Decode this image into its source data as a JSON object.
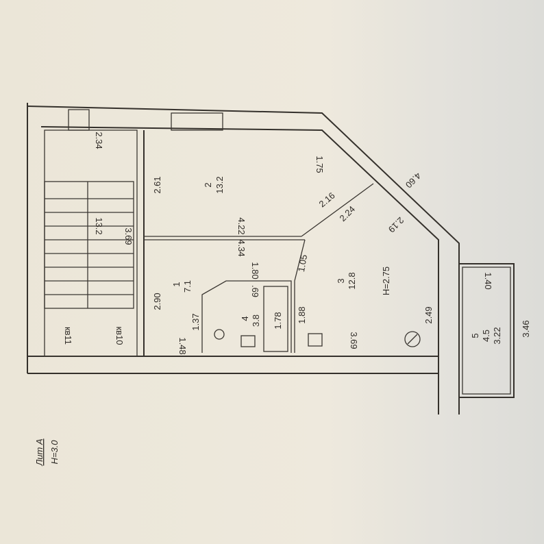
{
  "legend": {
    "lit": "Лит А",
    "height": "H=3.0"
  },
  "stairwell": {
    "top_dim": "2.34",
    "area": "13.2",
    "length": "3.69",
    "apt_11": "кв11",
    "apt_10": "кв10"
  },
  "room_2": {
    "number": "2",
    "area": "13.2",
    "dim_left": "2.61",
    "dim_corner": "1.75",
    "dim_diag": "2.16",
    "dim_bottom": "4.22"
  },
  "room_1": {
    "number": "1",
    "area": "7.1",
    "dim_left": "2.90",
    "dim_door": "1.48",
    "dim_top": "4.34",
    "dim_small": "1.37"
  },
  "room_4": {
    "number": "4",
    "area": "3.8",
    "dim_top": "1.80",
    "dim_inner": ".69",
    "dim_bath": "1.78"
  },
  "room_3": {
    "number": "3",
    "area": "12.8",
    "height": "H=2.75",
    "dim_diag": "2.24",
    "dim_corner": "1.05",
    "dim_wall": "1.88",
    "dim_right": "2.19",
    "dim_bottom": "3.69",
    "dim_window": "2.49"
  },
  "outer": {
    "diag_dim": "4.60"
  },
  "room_5": {
    "number": "5",
    "area": "4.5",
    "length": "3.22",
    "width": "1.40",
    "outer_len": "3.46"
  }
}
